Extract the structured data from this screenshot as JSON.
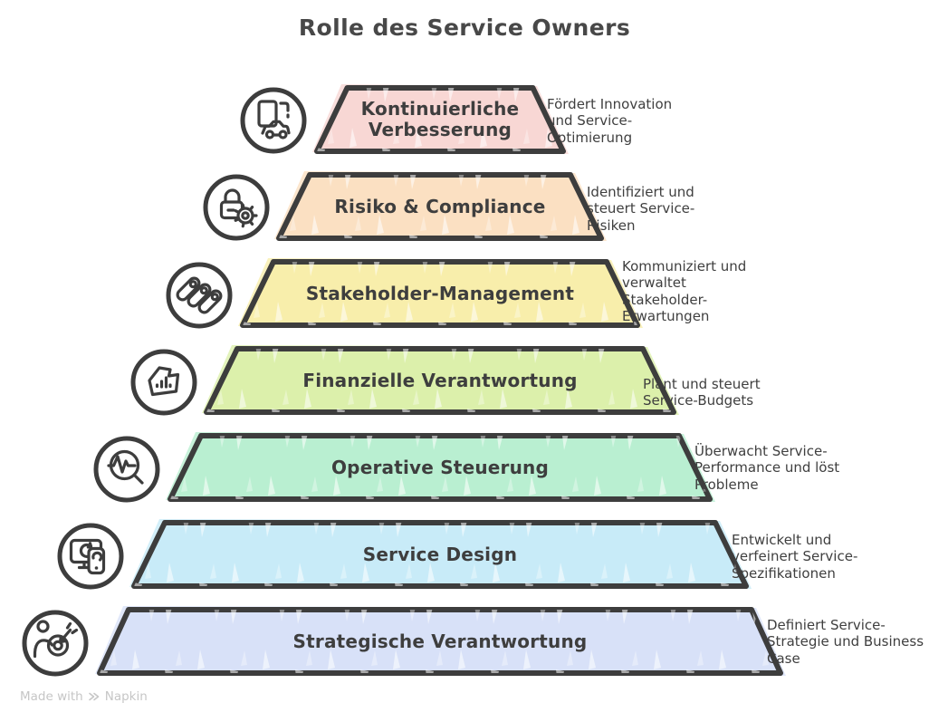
{
  "title": "Rolle des Service Owners",
  "footer": {
    "made_with_label": "Made with",
    "brand_name": "Napkin",
    "logo_icon": "napkin-logo-icon"
  },
  "colors": {
    "outline": "#3d3d3d",
    "background": "#ffffff",
    "title_text": "#484848",
    "annotation_text": "#3f3f3f",
    "footer_text": "#c6c6c6"
  },
  "pyramid": {
    "type": "pyramid-diagram",
    "tiers": [
      {
        "label": "Kontinuierliche\nVerbesserung",
        "annotation": "Fördert Innovation\nund Service-\nOptimierung",
        "color": "#f8d7d4",
        "icon": "screen-and-car-icon"
      },
      {
        "label": "Risiko & Compliance",
        "annotation": "Identifiziert und\nsteuert Service-\nRisiken",
        "color": "#fbe0c2",
        "icon": "lock-and-gear-icon"
      },
      {
        "label": "Stakeholder-Management",
        "annotation": "Kommuniziert und\nverwaltet\nStakeholder-\nErwartungen",
        "color": "#f8eeab",
        "icon": "team-capsules-icon"
      },
      {
        "label": "Finanzielle Verantwortung",
        "annotation": "Plant und steuert\nService-Budgets",
        "color": "#dcf0ab",
        "icon": "budget-chart-icon"
      },
      {
        "label": "Operative Steuerung",
        "annotation": "Überwacht Service-\nPerformance und löst\nProbleme",
        "color": "#b9efd1",
        "icon": "pulse-magnifier-icon"
      },
      {
        "label": "Service Design",
        "annotation": "Entwickelt und\nverfeinert Service-\nSpezifikationen",
        "color": "#c8ebf8",
        "icon": "monitor-and-phone-icon"
      },
      {
        "label": "Strategische Verantwortung",
        "annotation": "Definiert Service-\nStrategie und Business\nCase",
        "color": "#d8e1f8",
        "icon": "person-target-icon"
      }
    ]
  }
}
